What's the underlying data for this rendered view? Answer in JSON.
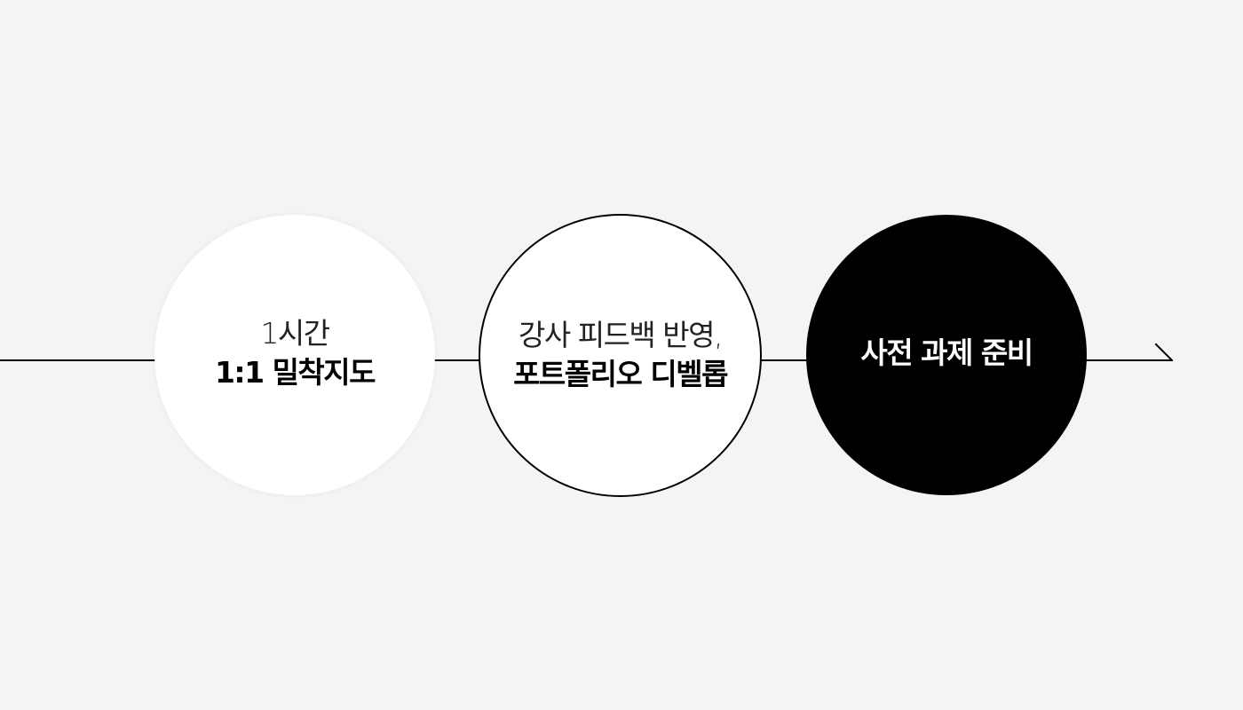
{
  "steps": [
    {
      "line1": "1시간",
      "line2": "1:1 밀착지도",
      "style": "white"
    },
    {
      "line1": "강사 피드백 반영,",
      "line2": "포트폴리오 디벨롭",
      "style": "outlined"
    },
    {
      "line1": "사전 과제 준비",
      "style": "filled"
    }
  ],
  "colors": {
    "background": "#f4f4f4",
    "line": "#000000",
    "circle_white": "#ffffff",
    "circle_filled": "#000000",
    "text_dark": "#000000",
    "text_light": "#ffffff"
  },
  "icons": {
    "arrow": "arrow-right-icon"
  }
}
